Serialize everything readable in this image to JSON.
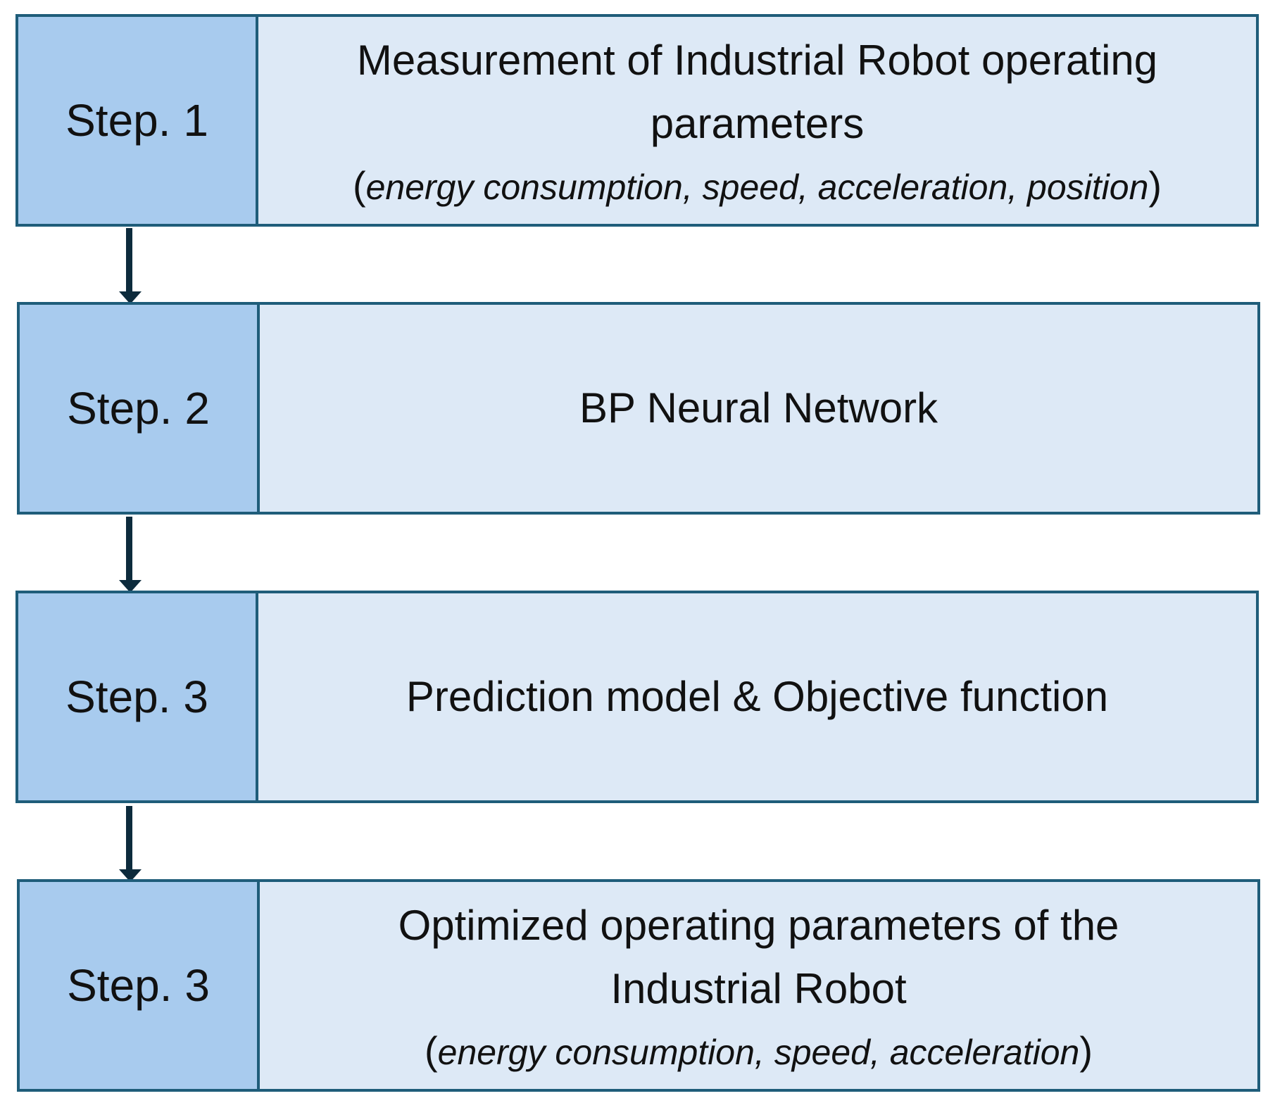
{
  "steps": [
    {
      "label": "Step. 1",
      "line1": "Measurement of Industrial Robot operating",
      "line2": "parameters",
      "detail_open": "(",
      "detail": "energy consumption, speed, acceleration, position",
      "detail_close": ")"
    },
    {
      "label": "Step. 2",
      "line1": "BP Neural Network"
    },
    {
      "label": "Step. 3",
      "line1": "Prediction model & Objective function"
    },
    {
      "label": "Step. 3",
      "line1": "Optimized operating parameters of the",
      "line2": "Industrial Robot",
      "detail_open": "(",
      "detail": "energy consumption, speed, acceleration",
      "detail_close": ")"
    }
  ],
  "colors": {
    "border": "#1f5d7a",
    "label_fill": "#a8cbee",
    "content_fill": "#dde9f6",
    "arrow": "#0d2b3c"
  }
}
